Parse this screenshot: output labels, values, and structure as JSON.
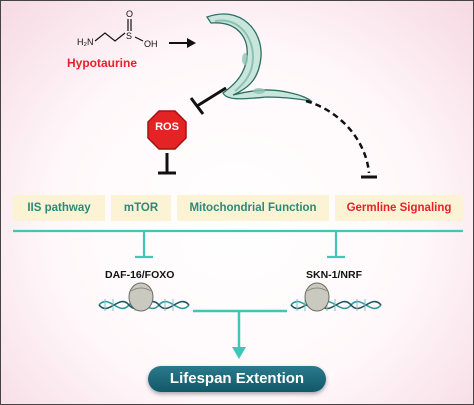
{
  "compound": {
    "name": "Hypotaurine",
    "formula_h2n": "H₂N",
    "formula_s": "S",
    "formula_o": "O",
    "formula_oh": "OH"
  },
  "ros": {
    "label": "ROS"
  },
  "pathways": {
    "iis": "IIS pathway",
    "mtor": "mTOR",
    "mito": "Mitochondrial Function",
    "germline": "Germline Signaling"
  },
  "transcription_factors": {
    "daf16": "DAF-16/FOXO",
    "skn1": "SKN-1/NRF"
  },
  "outcome": {
    "label": "Lifespan Extention"
  },
  "colors": {
    "teal": "#3fc6b6",
    "red": "#e8202a",
    "pathway_text": "#2a8a7a",
    "outcome_bg": "#125869"
  }
}
